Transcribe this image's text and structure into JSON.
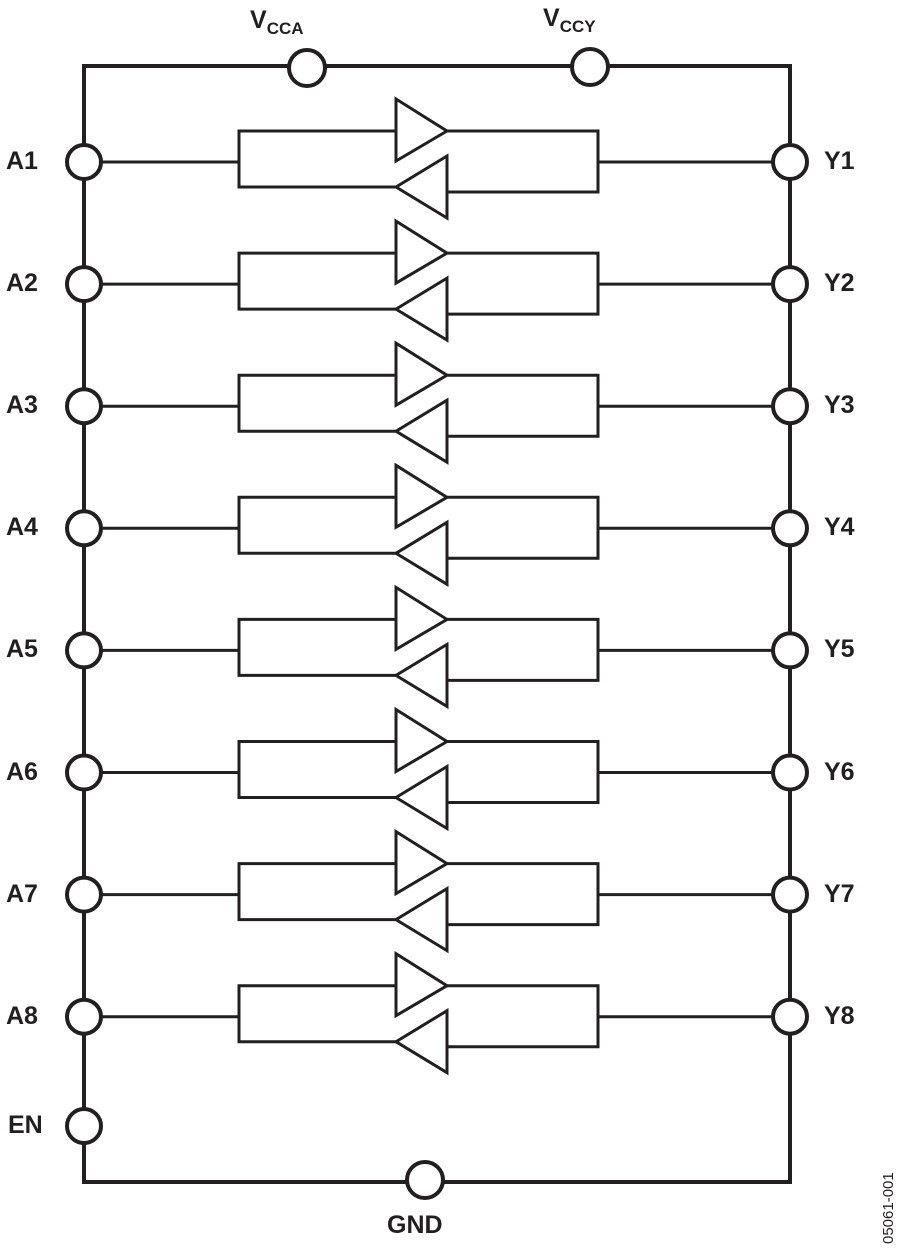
{
  "diagram": {
    "supply_pins": [
      {
        "main": "V",
        "sub": "CCA"
      },
      {
        "main": "V",
        "sub": "CCY"
      }
    ],
    "a_pins": [
      "A1",
      "A2",
      "A3",
      "A4",
      "A5",
      "A6",
      "A7",
      "A8"
    ],
    "y_pins": [
      "Y1",
      "Y2",
      "Y3",
      "Y4",
      "Y5",
      "Y6",
      "Y7",
      "Y8"
    ],
    "enable_pin": "EN",
    "ground_pin": "GND",
    "figure_id": "05061-001",
    "line_color": "#231f20"
  }
}
